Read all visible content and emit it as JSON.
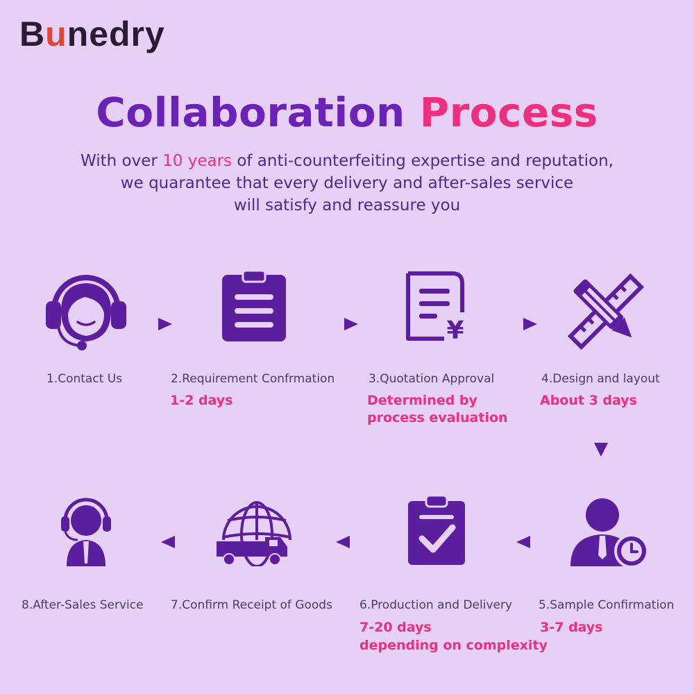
{
  "brand": {
    "logo_pre": "B",
    "logo_u": "u",
    "logo_post": "nedry"
  },
  "title": {
    "part1": "Collaboration",
    "part2": "Process"
  },
  "subtitle": {
    "line1_pre": "With over ",
    "line1_highlight": "10 years",
    "line1_post": " of anti-counterfeiting expertise and reputation,",
    "line2": "we quarantee that every delivery and after-sales service",
    "line3": "will satisfy and reassure you"
  },
  "steps": [
    {
      "label": "1.Contact Us",
      "icon": "headset-agent-icon",
      "duration_1": "",
      "duration_2": ""
    },
    {
      "label": "2.Requirement Confrmation",
      "icon": "clipboard-icon",
      "duration_1": "1-2 days",
      "duration_2": ""
    },
    {
      "label": "3.Quotation Approval",
      "icon": "quotation-document-icon",
      "duration_1": "Determined by",
      "duration_2": "process evaluation"
    },
    {
      "label": "4.Design and layout",
      "icon": "ruler-pencil-icon",
      "duration_1": "About 3 days",
      "duration_2": ""
    },
    {
      "label": "5.Sample Confirmation",
      "icon": "person-clock-icon",
      "duration_1": "3-7 days",
      "duration_2": ""
    },
    {
      "label": "6.Production and Delivery",
      "icon": "clipboard-check-icon",
      "duration_1": "7-20 days",
      "duration_2": "depending on complexity"
    },
    {
      "label": "7.Confirm Receipt of Goods",
      "icon": "globe-truck-icon",
      "duration_1": "",
      "duration_2": ""
    },
    {
      "label": "8.After-Sales Service",
      "icon": "support-person-icon",
      "duration_1": "",
      "duration_2": ""
    }
  ],
  "colors": {
    "background": "#e7d0f6",
    "primary": "#6a22b8",
    "accent": "#ee2f7e",
    "icon": "#5a1e9e"
  }
}
